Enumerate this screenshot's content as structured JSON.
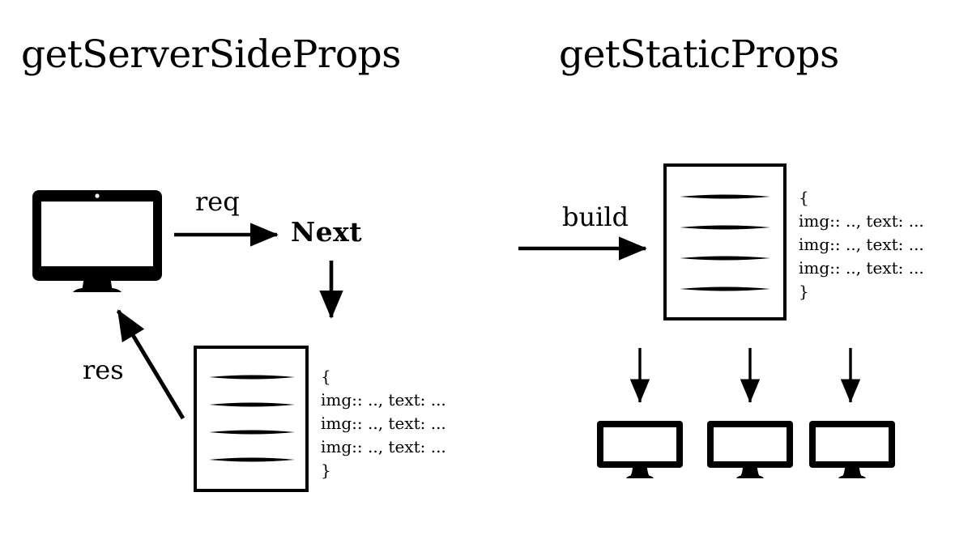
{
  "diagram": {
    "title": "getServerSideProps vs getStaticProps data-fetching flow",
    "background_color": "#ffffff",
    "ink_color": "#000000"
  },
  "panels": {
    "left": {
      "title": "getServerSideProps",
      "nodes": {
        "client_monitor": "monitor-icon",
        "server": "Next",
        "document": "document-icon"
      },
      "edges": {
        "request": "req",
        "response": "res",
        "server_to_document": "arrow-down"
      },
      "json_payload": {
        "open_brace": "{",
        "lines": [
          "img:: .., text: ...",
          "img:: .., text: ...",
          "img:: .., text: ..."
        ],
        "close_brace": "}"
      }
    },
    "right": {
      "title": "getStaticProps",
      "nodes": {
        "document": "document-icon",
        "client_monitors": [
          "monitor-icon",
          "monitor-icon",
          "monitor-icon"
        ]
      },
      "edges": {
        "build": "build",
        "fanout": [
          "arrow-down",
          "arrow-down",
          "arrow-down"
        ]
      },
      "json_payload": {
        "open_brace": "{",
        "lines": [
          "img:: .., text: ...",
          "img:: .., text: ...",
          "img:: .., text: ..."
        ],
        "close_brace": "}"
      }
    }
  }
}
